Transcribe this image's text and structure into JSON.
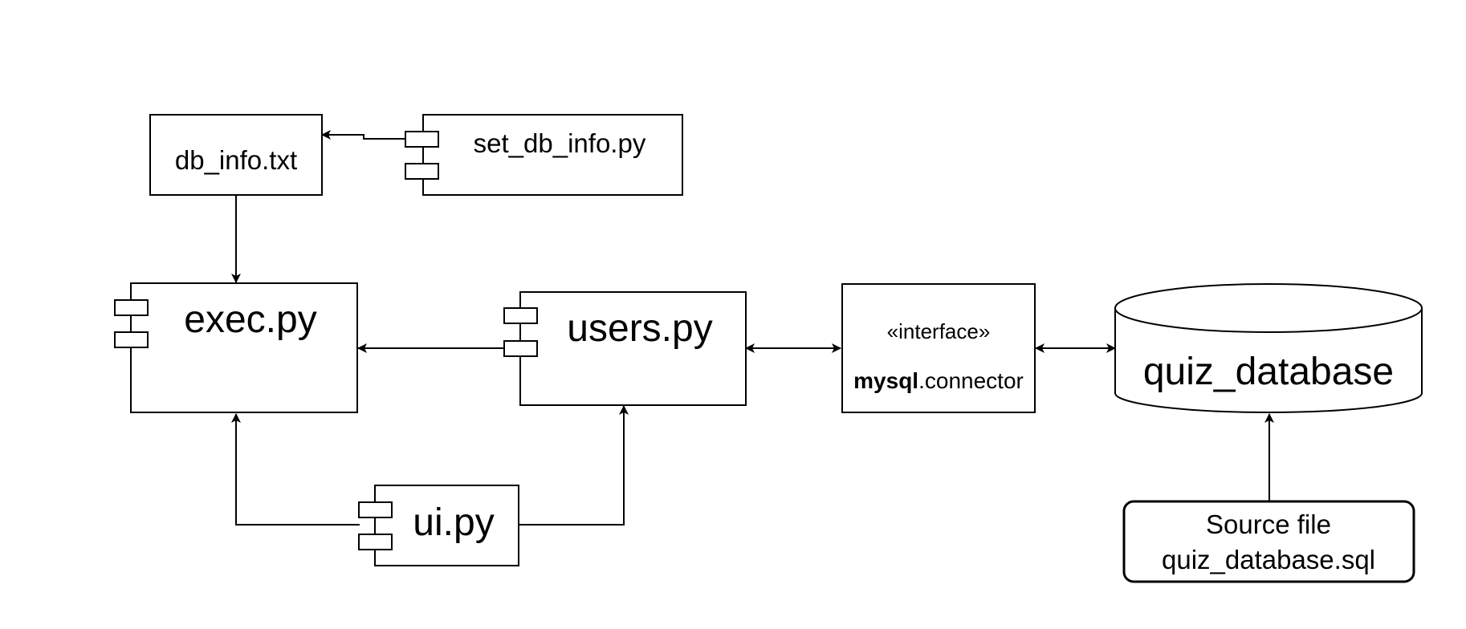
{
  "diagram": {
    "nodes": {
      "db_info": {
        "label": "db_info.txt"
      },
      "set_db_info": {
        "label": "set_db_info.py"
      },
      "exec": {
        "label": "exec.py"
      },
      "users": {
        "label": "users.py"
      },
      "ui": {
        "label": "ui.py"
      },
      "connector": {
        "stereotype": "«interface»",
        "label_bold": "mysql",
        "label_rest": ".connector"
      },
      "quiz_database": {
        "label": "quiz_database"
      },
      "source_file": {
        "line1": "Source file",
        "line2": "quiz_database.sql"
      }
    },
    "colors": {
      "stroke": "#000000",
      "fill": "#ffffff"
    }
  }
}
